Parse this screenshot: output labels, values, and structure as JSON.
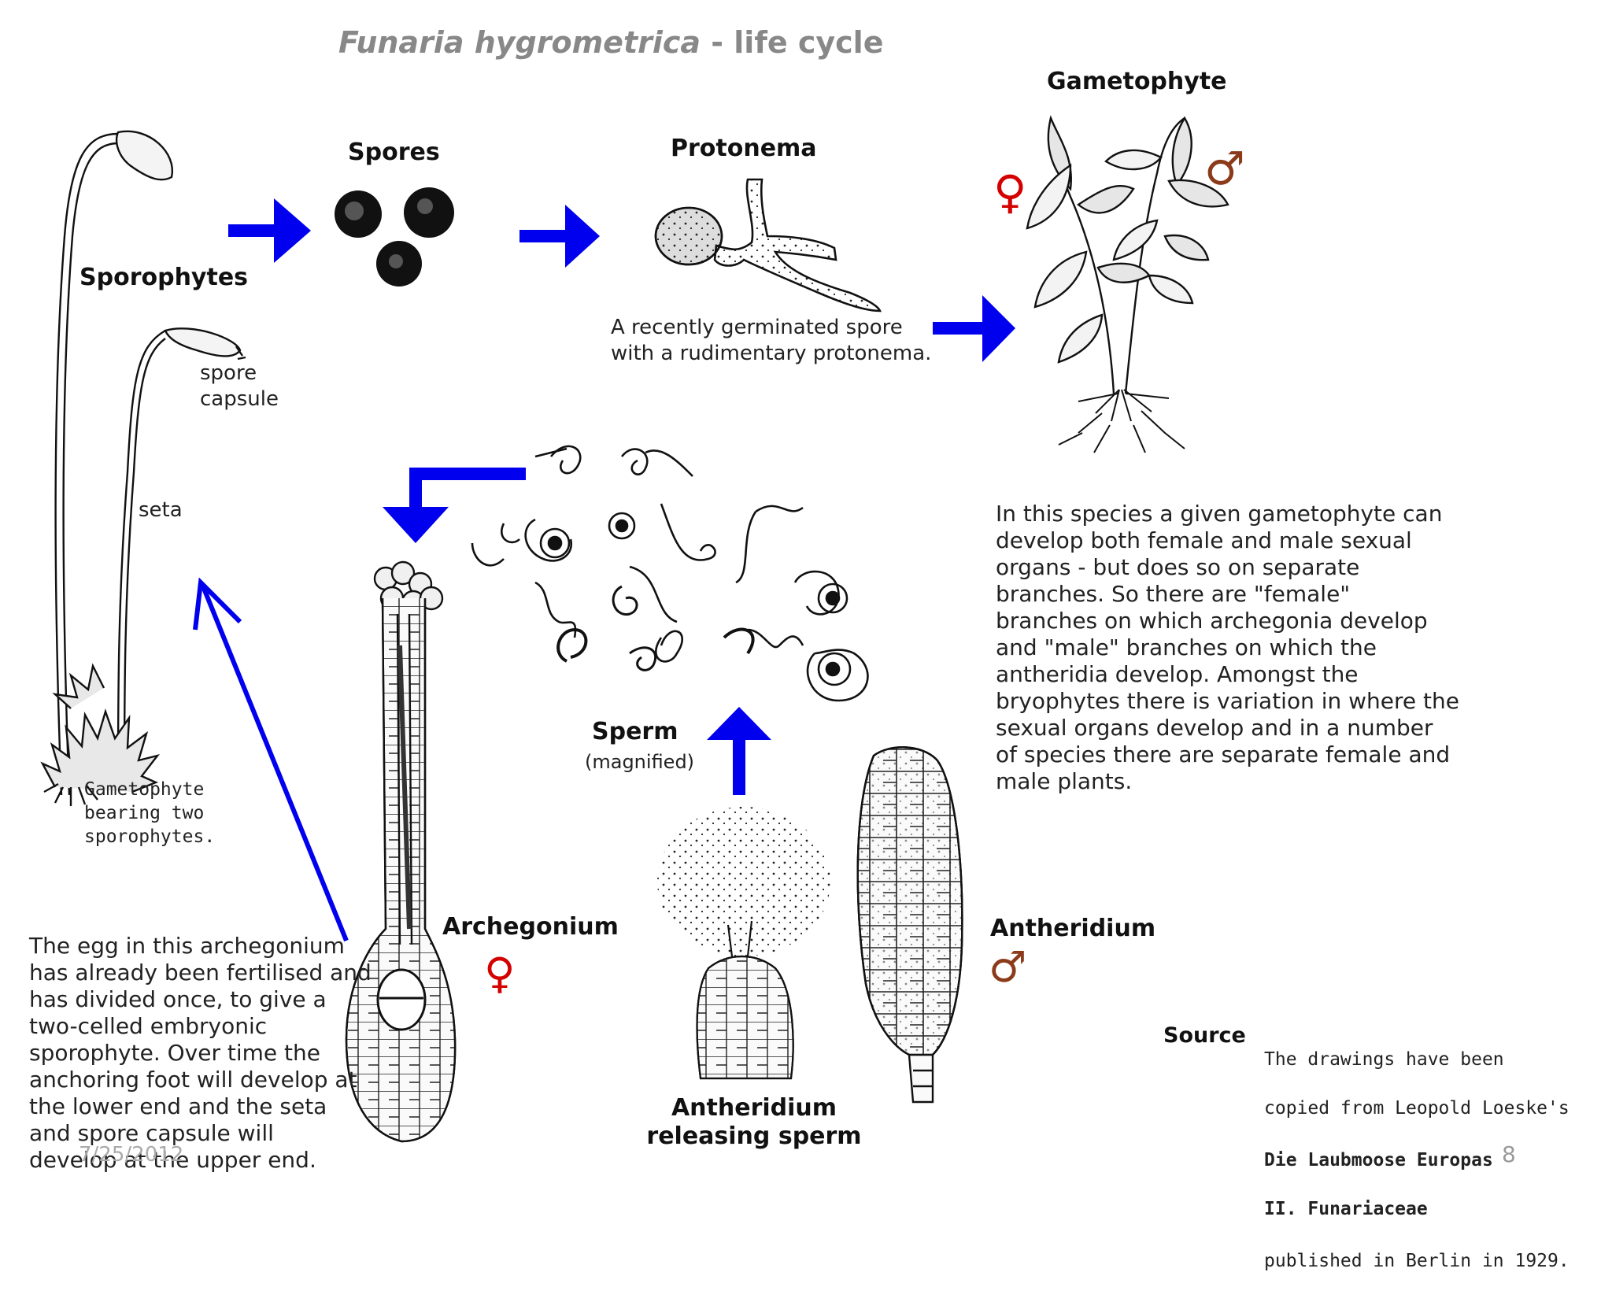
{
  "title": {
    "species": "Funaria hygrometrica",
    "suffix": " - life cycle"
  },
  "labels": {
    "gametophyte": "Gametophyte",
    "spores": "Spores",
    "protonema": "Protonema",
    "sporophytes": "Sporophytes",
    "spore_capsule": "spore\ncapsule",
    "seta": "seta",
    "gametophyte_bearing": "Gametophyte\nbearing two\nsporophytes.",
    "protonema_caption": "A recently germinated spore\nwith a rudimentary protonema.",
    "sperm": "Sperm",
    "sperm_note": "(magnified)",
    "archegonium": "Archegonium",
    "antheridium": "Antheridium",
    "antheridium_releasing": "Antheridium\nreleasing sperm"
  },
  "symbols": {
    "female": "♀",
    "male": "♂"
  },
  "texts": {
    "gametophyte_description": "In this species a given gametophyte can\ndevelop both female and male sexual\norgans - but does so on separate\nbranches. So there are \"female\"\nbranches on which archegonia develop\nand \"male\" branches on which the\nantheridia develop. Amongst the\nbryophytes there is variation in where the\nsexual organs develop and in a number\nof species there are separate female and\nmale plants.",
    "egg_description": "The egg in this archegonium\nhas already been fertilised and\nhas divided once, to give a\ntwo-celled embryonic\nsporophyte. Over time the\nanchoring foot will develop at\nthe lower end and the seta\nand spore capsule will\ndevelop at the upper end."
  },
  "source": {
    "heading": "Source",
    "line1": "The drawings have been",
    "line2": "copied from Leopold Loeske's",
    "book1": "Die Laubmoose Europas",
    "book2": "II. Funariaceae",
    "line3": "published in Berlin in 1929."
  },
  "footer": {
    "date": "7/25/2012",
    "page": "8"
  },
  "colors": {
    "arrow": "#0000ee",
    "female": "#d40000",
    "male": "#8b3a1a",
    "title": "#888888"
  }
}
